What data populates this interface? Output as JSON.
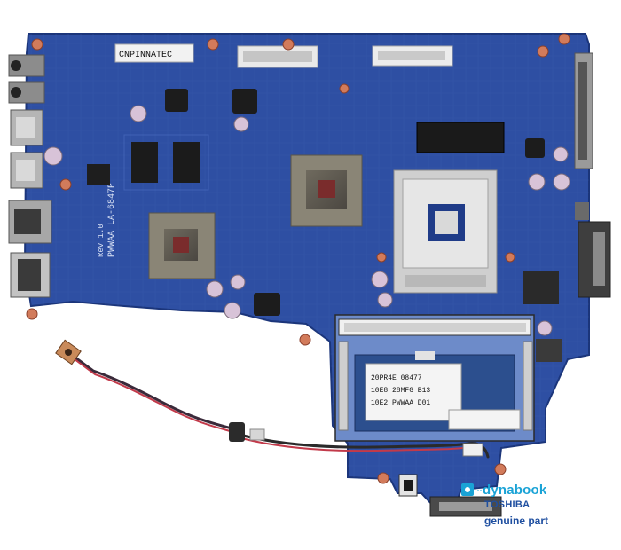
{
  "photo": {
    "subject": "Laptop motherboard",
    "colors": {
      "board": "#2e4fa3",
      "board_dark": "#203d86",
      "background": "#ffffff",
      "socket": "#d8d8d8",
      "brand_blue": "#1aa3d6",
      "brand_text": "#1f4fa0"
    }
  },
  "silkscreen": {
    "label_top": "CNPINNATEC",
    "model_line1": "PWWAA LA-6847P",
    "model_line2": "Rev 1.0"
  },
  "ram_sticker": {
    "line1": "20PR4E 08477",
    "line2": "10E8  28MFG B13",
    "line3": "10E2  PWWAA D01"
  },
  "branding": {
    "logo_text": "dynabook",
    "subtitle": "TOSHIBA",
    "tagline": "genuine part"
  }
}
